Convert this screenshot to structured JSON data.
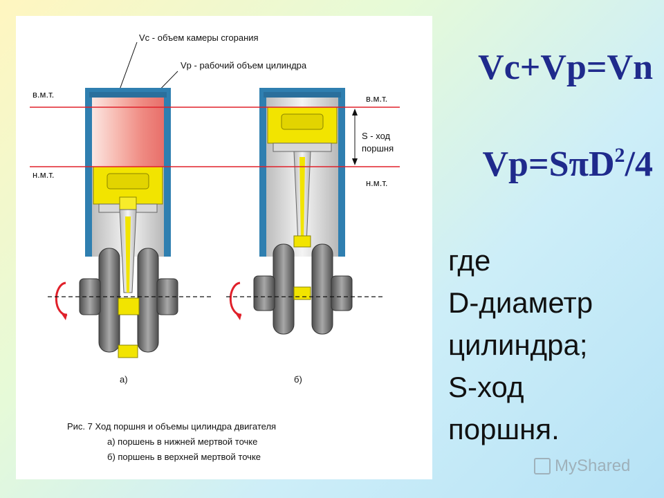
{
  "diagram": {
    "labels": {
      "vc": "Vc - объем камеры сгорания",
      "vp": "Vp - рабочий объем цилиндра",
      "vmt_left": "в.м.т.",
      "nmt_left": "н.м.т.",
      "vmt_right": "в.м.т.",
      "nmt_right": "н.м.т.",
      "stroke_line1": "S - ход",
      "stroke_line2": "поршня",
      "sub_a": "а)",
      "sub_b": "б)"
    },
    "caption": [
      "Рис. 7 Ход поршня и объемы цилиндра двигателя",
      "а) поршень в нижней мертвой точке",
      "б) поршень в верхней мертвой точке"
    ],
    "colors": {
      "cylinder_wall": "#2f7fb0",
      "piston": "#f2e400",
      "dead_center_line": "#e0202a",
      "crank": "#6e6e6e"
    }
  },
  "formulas": {
    "f1": "Vc+Vp=Vn",
    "f2_main": "Vp=SπD",
    "f2_sup": "2",
    "f2_tail": "/4"
  },
  "legend": [
    "где",
    "D-диаметр",
    "цилиндра;",
    "S-ход",
    "поршня."
  ],
  "watermark": "MyShared"
}
